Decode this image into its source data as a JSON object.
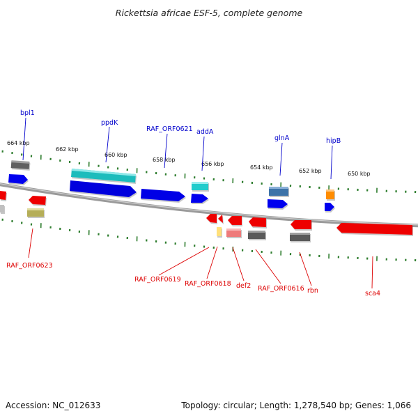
{
  "title": "Rickettsia africae ESF-5, complete genome",
  "footer": {
    "accession": "Accession: NC_012633",
    "summary": "Topology: circular; Length: 1,278,540 bp; Genes: 1,066"
  },
  "colors": {
    "backbone": "#8a8a8a",
    "tick": "#2e7d2e",
    "forward_label": "#0000cc",
    "reverse_label": "#cc0000"
  },
  "ruler": [
    "664 kbp",
    "662 kbp",
    "660 kbp",
    "658 kbp",
    "656 kbp",
    "654 kbp",
    "652 kbp",
    "650 kbp"
  ],
  "labels": {
    "forward": [
      "bpl1",
      "ppdK",
      "RAF_ORF0621",
      "addA",
      "glnA",
      "hipB"
    ],
    "reverse": [
      "RAF_ORF0623",
      "RAF_ORF0619",
      "RAF_ORF0618",
      "def2",
      "RAF_ORF0616",
      "rbn",
      "sca4"
    ]
  }
}
